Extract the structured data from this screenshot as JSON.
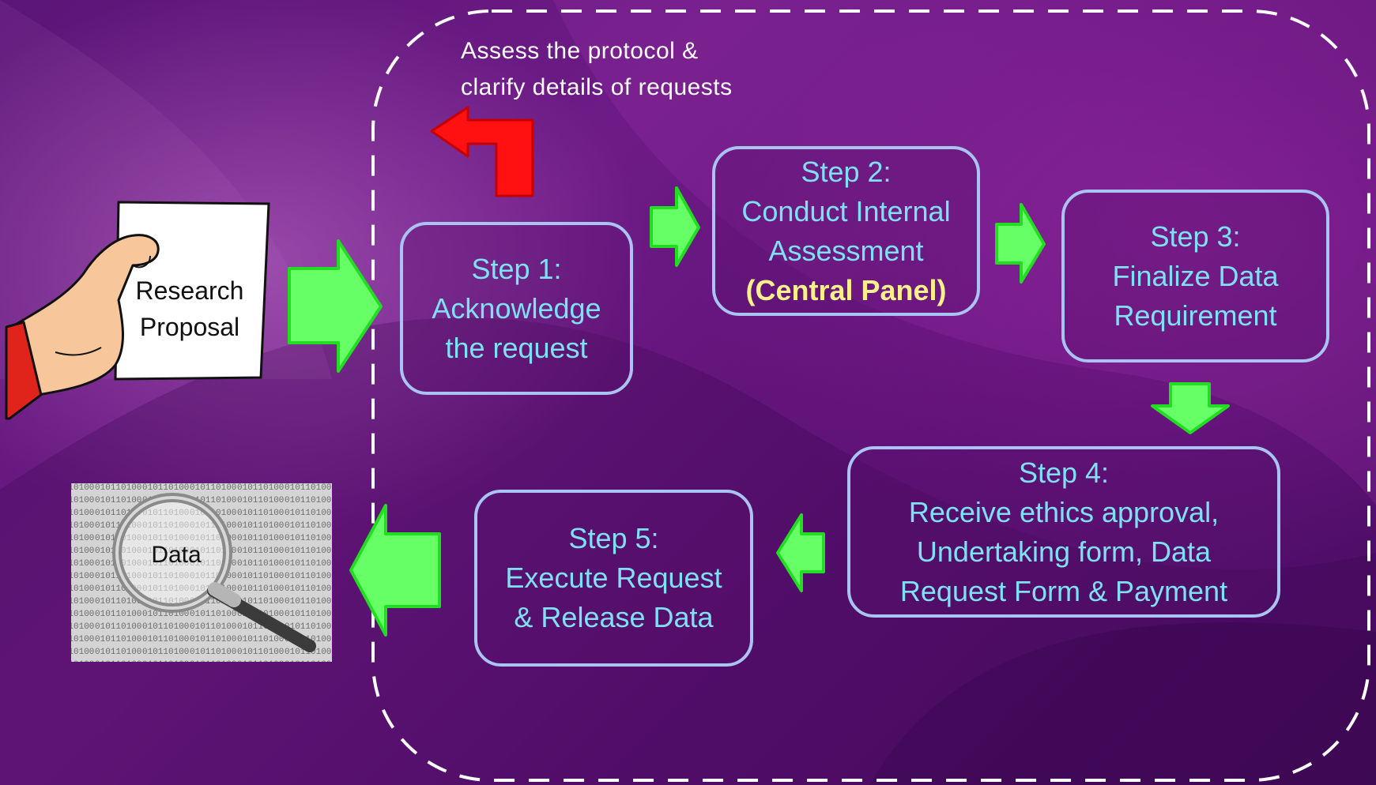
{
  "colors": {
    "background": "#5e1678",
    "box_border": "#a9c4f2",
    "box_text": "#7fe0f3",
    "highlight_text": "#f8f08a",
    "flow_arrow": "#66ff66",
    "flow_arrow_border": "#22dd22",
    "feedback_arrow": "#ff1111",
    "dashed_boundary": "#ffffff"
  },
  "note": {
    "line1": "Assess the protocol &",
    "line2": "clarify details of requests"
  },
  "input": {
    "icon": "hand-holding-document-icon",
    "line1": "Research",
    "line2": "Proposal"
  },
  "output": {
    "icon": "magnifying-glass-binary-data-icon",
    "label": "Data"
  },
  "steps": [
    {
      "title": "Step 1:",
      "line1": "Acknowledge",
      "line2": "the request"
    },
    {
      "title": "Step 2:",
      "line1": "Conduct Internal",
      "line2": "Assessment",
      "highlight": "(Central Panel)"
    },
    {
      "title": "Step 3:",
      "line1": "Finalize Data",
      "line2": "Requirement"
    },
    {
      "title": "Step 4:",
      "line1": "Receive ethics approval,",
      "line2": "Undertaking form, Data",
      "line3": "Request Form & Payment"
    },
    {
      "title": "Step 5:",
      "line1": "Execute Request",
      "line2": "& Release Data"
    }
  ]
}
